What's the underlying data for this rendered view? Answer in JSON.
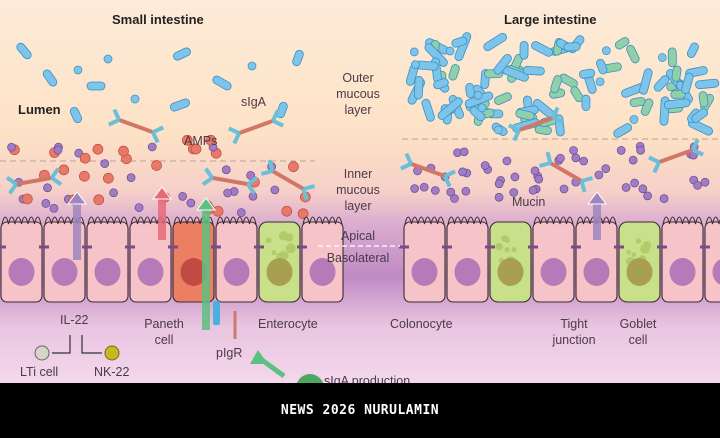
{
  "titles": {
    "small_intestine": "Small intestine",
    "large_intestine": "Large intestine"
  },
  "region_labels": {
    "lumen": "Lumen",
    "outer_mucous_layer": [
      "Outer",
      "mucous",
      "layer"
    ],
    "inner_mucous_layer": [
      "Inner",
      "mucous",
      "layer"
    ],
    "apical": "Apical",
    "basolateral": "Basolateral",
    "mucin": "Mucin"
  },
  "molecule_labels": {
    "sIgA": "sIgA",
    "AMPs": "AMPs",
    "pIgR": "pIgR",
    "IL22": "IL-22"
  },
  "cell_labels": {
    "paneth": [
      "Paneth",
      "cell"
    ],
    "enterocyte": "Enterocyte",
    "colonocyte": "Colonocyte",
    "tight_junction": [
      "Tight",
      "junction"
    ],
    "goblet": [
      "Goblet",
      "cell"
    ],
    "lti": "LTi cell",
    "nk22": "NK-22",
    "partial_bottom": "sIgA production"
  },
  "colors": {
    "bacteria_blue": "#7cc4ea",
    "bacteria_green": "#8fd0a8",
    "amp_purple": "#a07cc4",
    "amp_red": "#e87868",
    "cell_pink": "#f6c4c8",
    "paneth_orange": "#ec7e62",
    "goblet_green": "#c8e08a",
    "nucleus_purple": "#b77ab8",
    "arrow_purple": "#9e86c0",
    "arrow_red": "#e86a7a",
    "arrow_green": "#5cc080"
  },
  "small_intestine_cells": [
    "enterocyte",
    "enterocyte",
    "enterocyte",
    "enterocyte",
    "paneth",
    "enterocyte",
    "goblet",
    "enterocyte"
  ],
  "large_intestine_cells": [
    "colonocyte",
    "colonocyte",
    "goblet",
    "colonocyte",
    "colonocyte",
    "goblet",
    "colonocyte",
    "colonocyte"
  ],
  "footer": {
    "watermark": "NEWS 2026 NURULAMIN"
  }
}
